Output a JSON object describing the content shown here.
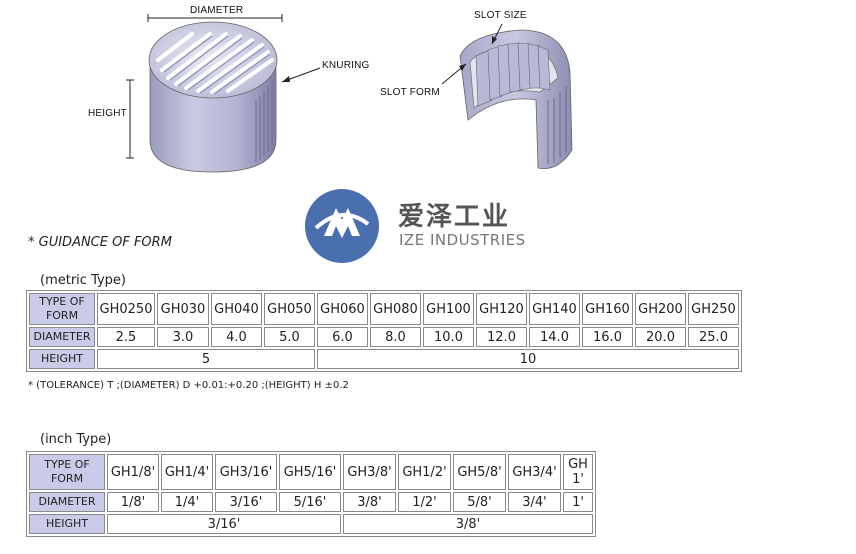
{
  "diagram": {
    "labels": {
      "diameter": "DIAMETER",
      "height": "HEIGHT",
      "knuring": "KNURING",
      "slot_size": "SLOT SIZE",
      "slot_form": "SLOT FORM"
    }
  },
  "watermark": {
    "cn": "爱泽工业",
    "en": "IZE INDUSTRIES"
  },
  "guidance": "* GUIDANCE OF FORM",
  "metric": {
    "caption": "(metric Type)",
    "row_labels": {
      "type": "TYPE OF FORM",
      "diameter": "DIAMETER",
      "height": "HEIGHT"
    },
    "types": [
      "GH0250",
      "GH030",
      "GH040",
      "GH050",
      "GH060",
      "GH080",
      "GH100",
      "GH120",
      "GH140",
      "GH160",
      "GH200",
      "GH250"
    ],
    "diameters": [
      "2.5",
      "3.0",
      "4.0",
      "5.0",
      "6.0",
      "8.0",
      "10.0",
      "12.0",
      "14.0",
      "16.0",
      "20.0",
      "25.0"
    ],
    "heights": [
      "5",
      "10"
    ],
    "note": "* (TOLERANCE) T ;(DIAMETER) D +0.01:+0.20 ;(HEIGHT) H ±0.2"
  },
  "inch": {
    "caption": "(inch Type)",
    "row_labels": {
      "type": "TYPE OF FORM",
      "diameter": "DIAMETER",
      "height": "HEIGHT"
    },
    "types": [
      "GH1/8'",
      "GH1/4'",
      "GH3/16'",
      "GH5/16'",
      "GH3/8'",
      "GH1/2'",
      "GH5/8'",
      "GH3/4'",
      "GH 1'"
    ],
    "diameters": [
      "1/8'",
      "1/4'",
      "3/16'",
      "5/16'",
      "3/8'",
      "1/2'",
      "5/8'",
      "3/4'",
      "1'"
    ],
    "heights": [
      "3/16'",
      "3/8'"
    ]
  }
}
